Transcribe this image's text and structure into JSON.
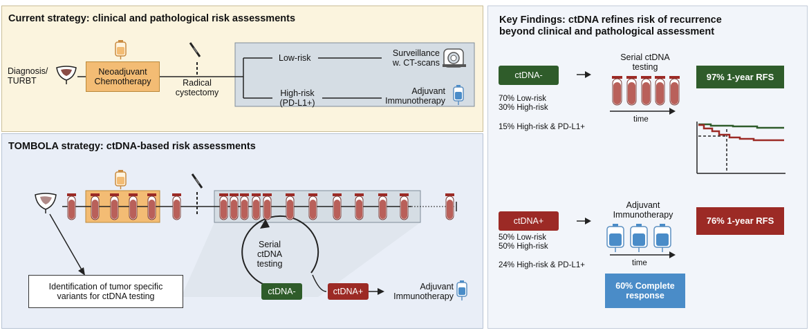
{
  "current_strategy": {
    "title": "Current strategy: clinical and pathological risk assessments",
    "diagnosis_label": "Diagnosis/",
    "turbt_label": "TURBT",
    "neoadjuvant_label": "Neoadjuvant",
    "chemotherapy_label": "Chemotherapy",
    "radical_label": "Radical",
    "cystectomy_label": "cystectomy",
    "low_risk_label": "Low-risk",
    "high_risk_label": "High-risk",
    "pdl1_label": "(PD-L1+)",
    "surveillance_label": "Surveillance",
    "ct_label": "w. CT-scans",
    "adjuvant_label": "Adjuvant",
    "immunotherapy_label": "Immunotherapy"
  },
  "tombola_strategy": {
    "title": "TOMBOLA strategy: ctDNA-based risk assessments",
    "serial_label": "Serial",
    "ctdna_label": "ctDNA",
    "testing_label": "testing",
    "ctdna_neg_label": "ctDNA-",
    "ctdna_pos_label": "ctDNA+",
    "adjuvant_label": "Adjuvant",
    "immunotherapy_label": "Immunotherapy",
    "identification_line1": "Identification of tumor specific",
    "identification_line2": "variants for ctDNA testing"
  },
  "key_findings": {
    "title_line1": "Key Findings: ctDNA refines risk of recurrence",
    "title_line2": "beyond clinical and pathological assessment",
    "neg": {
      "badge": "ctDNA-",
      "stat1": "70% Low-risk",
      "stat2": "30% High-risk",
      "stat3": "15% High-risk & PD-L1+",
      "process_line1": "Serial ctDNA",
      "process_line2": "testing",
      "time_label": "time",
      "result": "97% 1-year RFS"
    },
    "pos": {
      "badge": "ctDNA+",
      "stat1": "50% Low-risk",
      "stat2": "50% High-risk",
      "stat3": "24% High-risk & PD-L1+",
      "process_line1": "Adjuvant",
      "process_line2": "Immunotherapy",
      "time_label": "time",
      "result": "76% 1-year RFS",
      "response_line1": "60% Complete",
      "response_line2": "response"
    }
  },
  "colors": {
    "green": "#2f5c2a",
    "red": "#9c2a25",
    "orange": "#f3bc74",
    "blue": "#4a8cc8",
    "tube_fill": "#b9605a",
    "gray_box": "#d5dde4"
  },
  "icons": [
    "bladder-icon",
    "chemo-bag-icon",
    "scalpel-icon",
    "ct-scanner-icon",
    "iv-bag-icon",
    "blood-tube-icon",
    "km-curve-icon"
  ]
}
